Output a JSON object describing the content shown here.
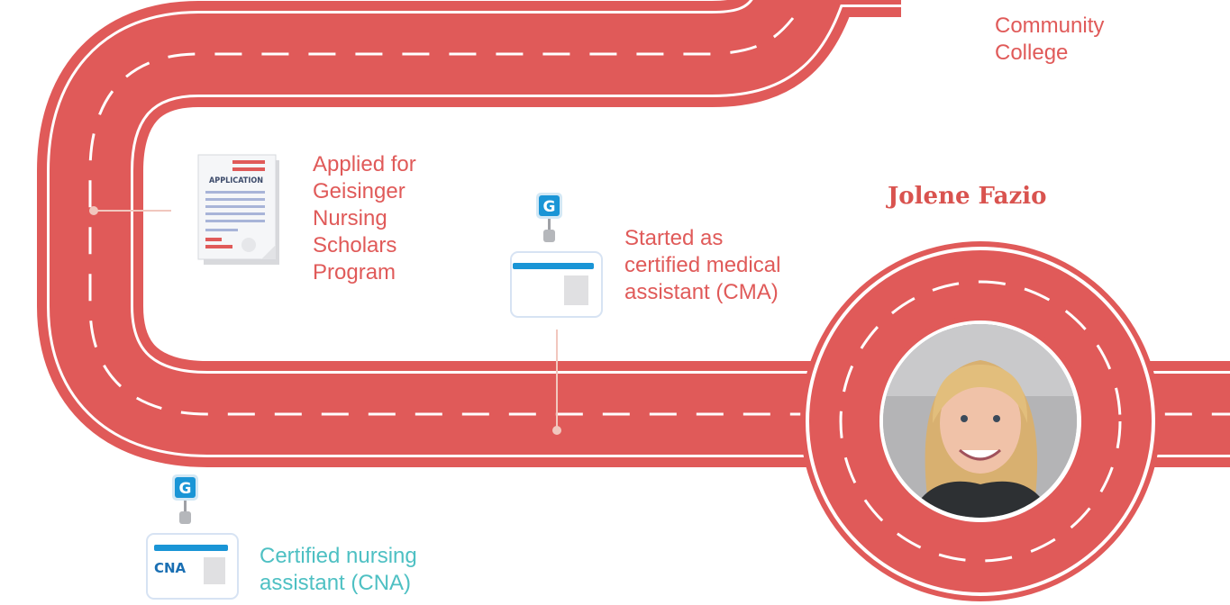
{
  "milestones": [
    {
      "id": "college",
      "lines": [
        "Community",
        "College"
      ],
      "tone": "coral"
    },
    {
      "id": "application",
      "lines": [
        "Applied for",
        "Geisinger",
        "Nursing",
        "Scholars",
        "Program"
      ],
      "tone": "coral",
      "icon": "application-document-icon",
      "icon_text": "APPLICATION"
    },
    {
      "id": "cma",
      "lines": [
        "Started as",
        "certified medical",
        "assistant (CMA)"
      ],
      "tone": "coral",
      "icon": "id-badge-icon",
      "badge_letter": "G"
    },
    {
      "id": "cna",
      "lines": [
        "Certified nursing",
        "assistant (CNA)"
      ],
      "tone": "teal",
      "icon": "id-badge-icon",
      "badge_letter": "G",
      "badge_text": "CNA"
    }
  ],
  "person": {
    "name": "Jolene Fazio",
    "photo_icon": "portrait-photo"
  },
  "colors": {
    "road": "#e05a59",
    "teal": "#4ec0c3",
    "badge_blue": "#1a95d6",
    "connector": "#f1c7be"
  }
}
